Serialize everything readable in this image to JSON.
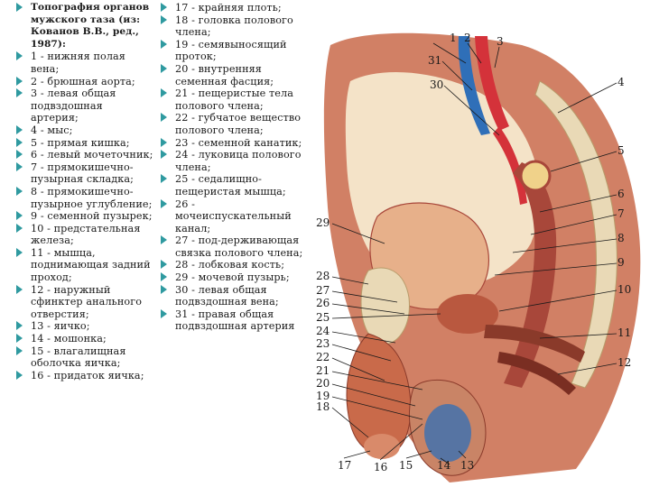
{
  "left_list": [
    "Топография органов мужского таза (из: Кованов В.В., ред., 1987):",
    "1 - нижняя полая вена;",
    "2 - брюшная аорта;",
    "3 - левая общая подвздошная артерия;",
    "4 - мыс;",
    "5 - прямая кишка;",
    "6 - левый мочеточник;",
    "7 - прямокишечно-пузырная складка;",
    "8 - прямокишечно-пузырное углубление;",
    "9 - семенной пузырек;",
    "10 - предстательная железа;",
    "11 - мышца, поднимающая задний проход;",
    "12 - наружный сфинктер анального отверстия;",
    "13 - яичко;",
    "14 - мошонка;",
    "15 - влагалищная оболочка яичка;",
    "16 - придаток яичка;"
  ],
  "mid_list": [
    "17 - крайняя плоть;",
    "18 - головка полового члена;",
    "19 - семявыносящий проток;",
    "20 - внутренняя семенная фасция;",
    "21 - пещеристые тела полового члена;",
    "22 - губчатое вещество полового члена;",
    "23 - семенной канатик;",
    "24 - луковица полового члена;",
    "25 - седалищно-пещеристая мышца;",
    "26 - мочеиспускательный канал;",
    "27 - под-держивающая связка полового члена;",
    "28 - лобковая кость;",
    "29 - мочевой пузырь;",
    "30 - левая общая подвздошная вена;",
    "31 - правая общая подвздошная артерия"
  ],
  "figure_labels": {
    "right": [
      "1",
      "2",
      "3",
      "4",
      "5",
      "6",
      "7",
      "8",
      "9",
      "10",
      "11",
      "12"
    ],
    "left": [
      "31",
      "30",
      "29",
      "28",
      "27",
      "26",
      "25",
      "24",
      "23",
      "22",
      "21",
      "20",
      "19",
      "18"
    ],
    "bottom": [
      "17",
      "16",
      "15",
      "14",
      "13"
    ]
  },
  "colors": {
    "bullet": "#2f9aa0",
    "tissue": "#c96a4a",
    "muscle": "#a8473a",
    "fat": "#f0d28a",
    "vein": "#2f6fb8",
    "artery": "#d4323a",
    "bone": "#e9d9b6",
    "cavity": "#f4e3c8"
  }
}
